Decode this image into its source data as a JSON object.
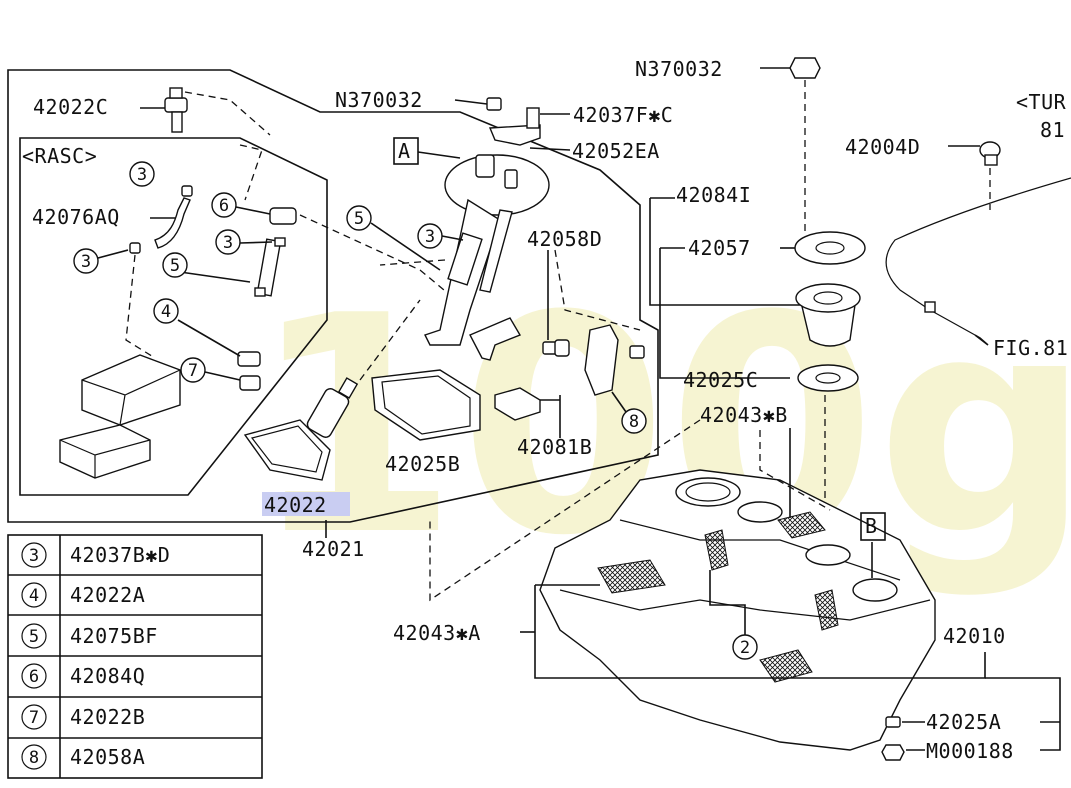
{
  "watermark": "100g",
  "callouts": {
    "c42022C": "42022C",
    "cRASC": "<RASC>",
    "c42076AQ": "42076AQ",
    "cN370032a": "N370032",
    "c42037FC": "42037F✱C",
    "c42052EA": "42052EA",
    "cA": "A",
    "c42058D": "42058D",
    "c42084I": "42084I",
    "c42057": "42057",
    "c42025C": "42025C",
    "cN370032b": "N370032",
    "c42004D": "42004D",
    "cTur": "<TUR",
    "c81": "81",
    "cFig81": "FIG.81",
    "c42043B": "42043✱B",
    "c42081B": "42081B",
    "c42025B": "42025B",
    "c42022": "42022",
    "c42021": "42021",
    "cB": "B",
    "c42043A": "42043✱A",
    "c42010": "42010",
    "c42025A": "42025A",
    "cM000188": "M000188"
  },
  "circled_numbers": {
    "n3a": "3",
    "n3b": "3",
    "n6": "6",
    "n3c": "3",
    "n5a": "5",
    "n4": "4",
    "n7": "7",
    "n5b": "5",
    "n3d": "3",
    "n8": "8",
    "n2": "2"
  },
  "legend": [
    {
      "num": "3",
      "part": "42037B✱D"
    },
    {
      "num": "4",
      "part": "42022A"
    },
    {
      "num": "5",
      "part": "42075BF"
    },
    {
      "num": "6",
      "part": "42084Q"
    },
    {
      "num": "7",
      "part": "42022B"
    },
    {
      "num": "8",
      "part": "42058A"
    }
  ],
  "colors": {
    "highlight": "#c9cdf2",
    "watermark": "#f4f1c4",
    "ink": "#111111"
  }
}
